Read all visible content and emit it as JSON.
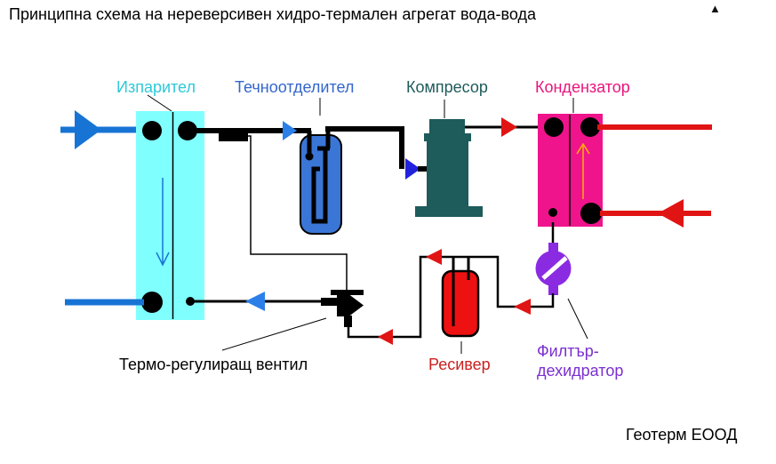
{
  "title": "Принципна схема на нереверсивен хидро-термален агрегат вода-вода",
  "collapse_icon": "▲",
  "footer": "Геотерм ЕООД",
  "labels": {
    "evaporator": "Изпарител",
    "liquid_separator": "Течноотделител",
    "compressor": "Компресор",
    "condenser": "Кондензатор",
    "thermo_valve": "Термо-регулиращ вентил",
    "receiver": "Ресивер",
    "filter_line1": "Филтър-",
    "filter_line2": "дехидратор"
  },
  "colors": {
    "evaporator_fill": "#80FFFF",
    "evaporator_label": "#2FC9D8",
    "separator_fill": "#3A76D6",
    "separator_label": "#3366CC",
    "compressor_fill": "#1E5B5B",
    "condenser_fill": "#F0148C",
    "condenser_label": "#E8157D",
    "receiver_fill": "#EE1111",
    "receiver_label": "#CC2020",
    "filter_fill": "#8A2BE2",
    "filter_label": "#7B2FD0",
    "water_blue": "#1874D4",
    "flow_blue": "#2B7FE8",
    "suction_blue": "#2222DD",
    "hot_red": "#E11414",
    "yellow_arrow": "#FFB300",
    "pipe_black": "#000000"
  }
}
